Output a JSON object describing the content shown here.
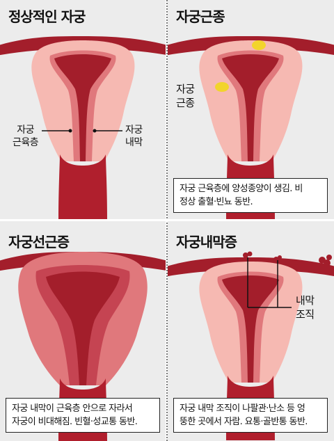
{
  "colors": {
    "muscle": "#f6b9b2",
    "lining": "#e0787c",
    "cavity": "#a31e2b",
    "cervix": "#b01f2d",
    "fibroid": "#f2d42b",
    "background": "#ececec"
  },
  "panels": [
    {
      "title": "정상적인 자궁",
      "labels": {
        "myometrium_line1": "자궁",
        "myometrium_line2": "근육층",
        "endometrium_line1": "자궁",
        "endometrium_line2": "내막"
      }
    },
    {
      "title": "자궁근종",
      "labels": {
        "fibroid_line1": "자궁",
        "fibroid_line2": "근종"
      },
      "caption_line1": "자궁 근육층에 양성종양이 생김. 비",
      "caption_line2": "정상 출혈·빈뇨 동반."
    },
    {
      "title": "자궁선근증",
      "caption_line1": "자궁 내막이 근육층 안으로 자라서",
      "caption_line2": "자궁이 비대해짐. 빈혈·성교통 동반."
    },
    {
      "title": "자궁내막증",
      "labels": {
        "tissue_line1": "내막",
        "tissue_line2": "조직"
      },
      "caption_line1": "자궁 내막 조직이 나팔관·난소 등 엉",
      "caption_line2": "뚱한 곳에서 자람. 요통·골반통 동반."
    }
  ]
}
